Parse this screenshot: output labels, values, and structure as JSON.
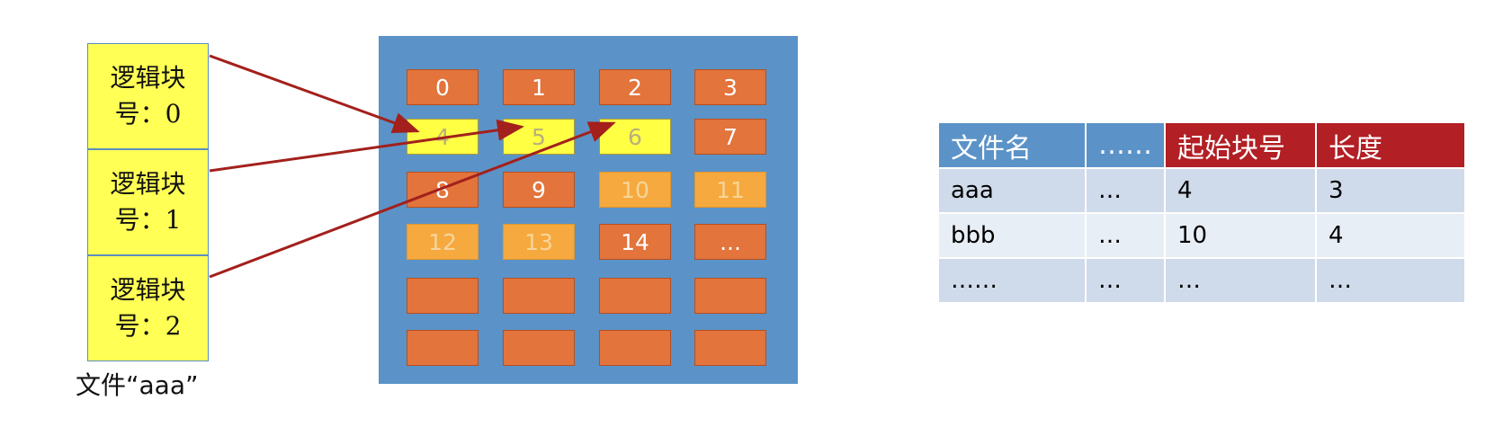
{
  "logical_blocks": [
    {
      "label": "逻辑块\n号：0"
    },
    {
      "label": "逻辑块\n号：1"
    },
    {
      "label": "逻辑块\n号：2"
    }
  ],
  "file_caption": "文件“aaa”",
  "disk_blocks": [
    {
      "label": "0",
      "state": "used"
    },
    {
      "label": "1",
      "state": "used"
    },
    {
      "label": "2",
      "state": "used"
    },
    {
      "label": "3",
      "state": "used"
    },
    {
      "label": "4",
      "state": "file"
    },
    {
      "label": "5",
      "state": "file"
    },
    {
      "label": "6",
      "state": "file"
    },
    {
      "label": "7",
      "state": "used"
    },
    {
      "label": "8",
      "state": "used"
    },
    {
      "label": "9",
      "state": "used"
    },
    {
      "label": "10",
      "state": "free"
    },
    {
      "label": "11",
      "state": "free"
    },
    {
      "label": "12",
      "state": "free"
    },
    {
      "label": "13",
      "state": "free"
    },
    {
      "label": "14",
      "state": "used"
    },
    {
      "label": "...",
      "state": "used"
    },
    {
      "label": "",
      "state": "empty"
    },
    {
      "label": "",
      "state": "empty"
    },
    {
      "label": "",
      "state": "empty"
    },
    {
      "label": "",
      "state": "empty"
    },
    {
      "label": "",
      "state": "empty"
    },
    {
      "label": "",
      "state": "empty"
    },
    {
      "label": "",
      "state": "empty"
    },
    {
      "label": "",
      "state": "empty"
    }
  ],
  "mappings": [
    {
      "logical": 0,
      "physical": 4
    },
    {
      "logical": 1,
      "physical": 5
    },
    {
      "logical": 2,
      "physical": 6
    }
  ],
  "colors": {
    "arrow": "#a3201c",
    "used": "#e2743c",
    "free": "#f5a93e",
    "file": "#ffff44",
    "header_blue": "#5b93c8",
    "header_red": "#b21f24"
  },
  "table": {
    "headers": [
      "文件名",
      "……",
      "起始块号",
      "长度"
    ],
    "rows": [
      [
        "aaa",
        "…",
        "4",
        "3"
      ],
      [
        "bbb",
        "…",
        "10",
        "4"
      ],
      [
        "……",
        "…",
        "…",
        "…"
      ]
    ]
  }
}
